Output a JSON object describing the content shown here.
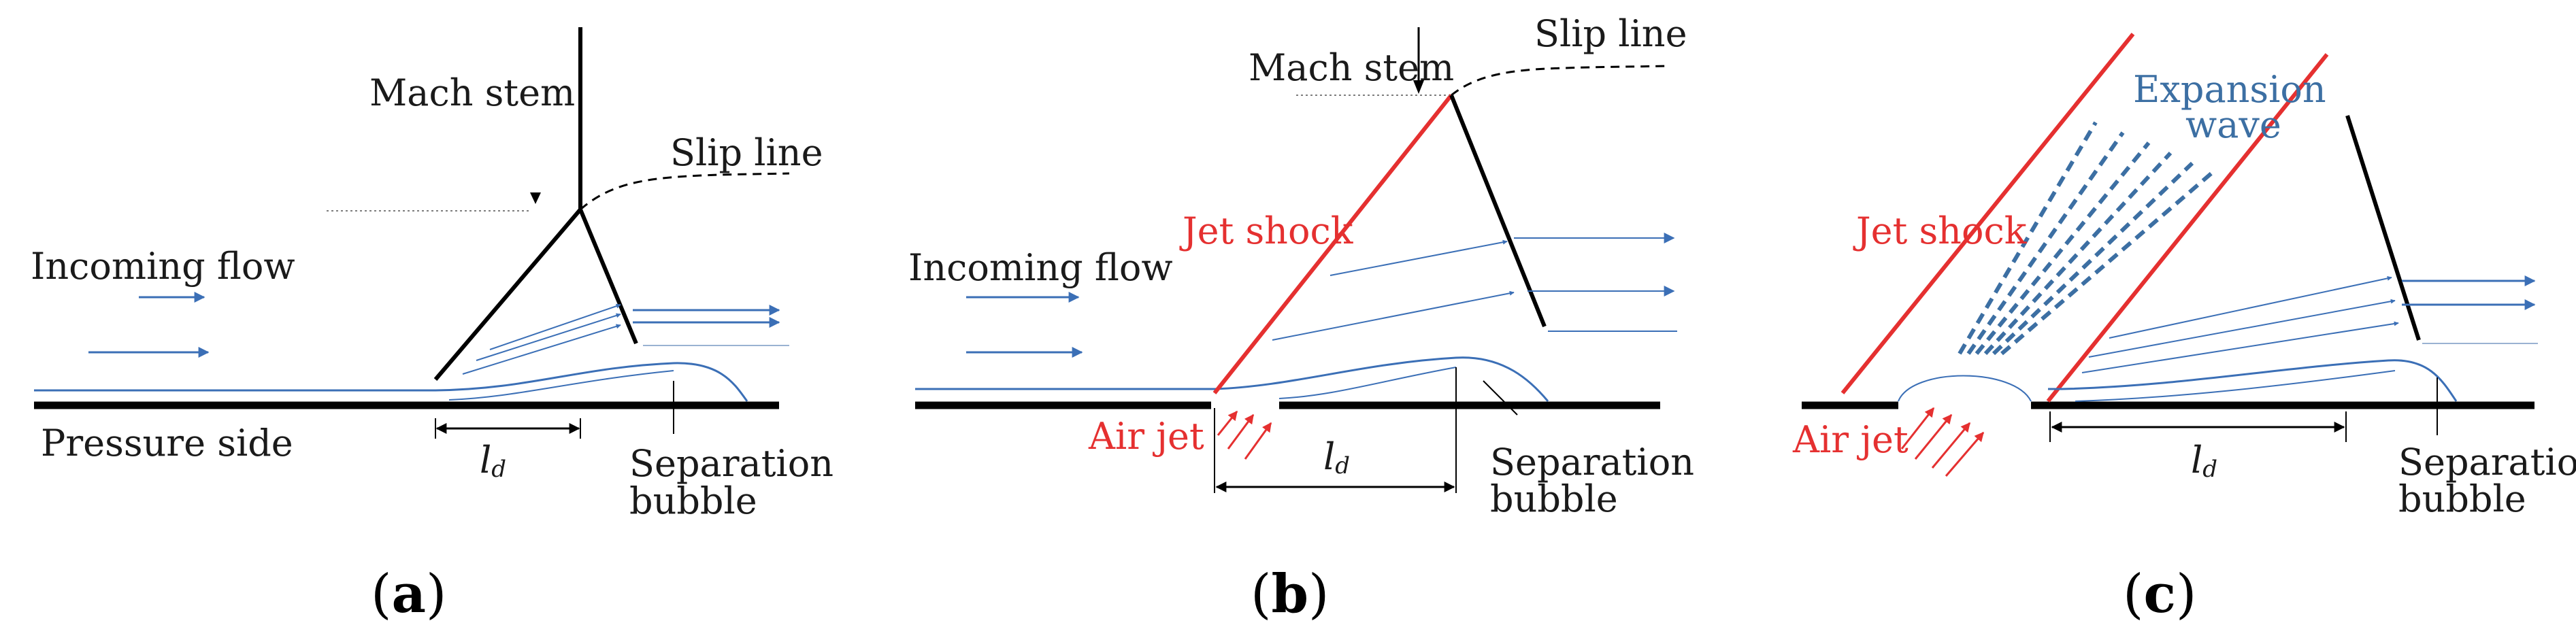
{
  "colors": {
    "flow": "#3b6fb6",
    "shock_red": "#e53030",
    "expansion": "#3c6fa3",
    "wall": "#000000",
    "text": "#1a1a1a"
  },
  "panels": [
    {
      "caption_open": "(",
      "caption_letter": "a",
      "caption_close": ")",
      "labels": {
        "mach_stem": "Mach stem",
        "slip_line": "Slip line",
        "incoming_flow": "Incoming flow",
        "pressure_side": "Pressure side",
        "ld_main": "l",
        "ld_sub": "d",
        "separation_1": "Separation",
        "separation_2": "bubble"
      }
    },
    {
      "caption_open": "(",
      "caption_letter": "b",
      "caption_close": ")",
      "labels": {
        "mach_stem": "Mach stem",
        "slip_line": "Slip line",
        "jet_shock": "Jet shock",
        "incoming_flow": "Incoming flow",
        "air_jet": "Air jet",
        "ld_main": "l",
        "ld_sub": "d",
        "separation_1": "Separation",
        "separation_2": "bubble"
      }
    },
    {
      "caption_open": "(",
      "caption_letter": "c",
      "caption_close": ")",
      "labels": {
        "jet_shock": "Jet shock",
        "expansion_1": "Expansion",
        "expansion_2": "wave",
        "air_jet": "Air jet",
        "ld_main": "l",
        "ld_sub": "d",
        "separation_1": "Separation",
        "separation_2": "bubble"
      }
    }
  ]
}
